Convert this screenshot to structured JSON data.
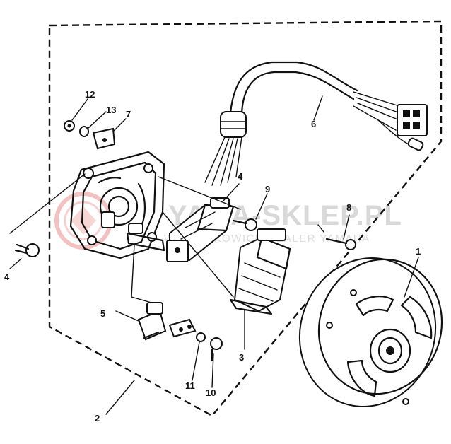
{
  "watermark": {
    "brand": "YAMA-SKLEP.PL",
    "tagline": "WOJ. LEKOWICE DEALER YAMAHA",
    "logo_color": "#f0b8b8",
    "text_color": "#d8d8d8"
  },
  "callouts": {
    "c1": "1",
    "c2": "2",
    "c3": "3",
    "c4a": "4",
    "c4b": "4",
    "c5": "5",
    "c6": "6",
    "c7": "7",
    "c8": "8",
    "c9": "9",
    "c10": "10",
    "c11": "11",
    "c12": "12",
    "c13": "13"
  },
  "colors": {
    "ink": "#111111",
    "background": "#ffffff"
  }
}
